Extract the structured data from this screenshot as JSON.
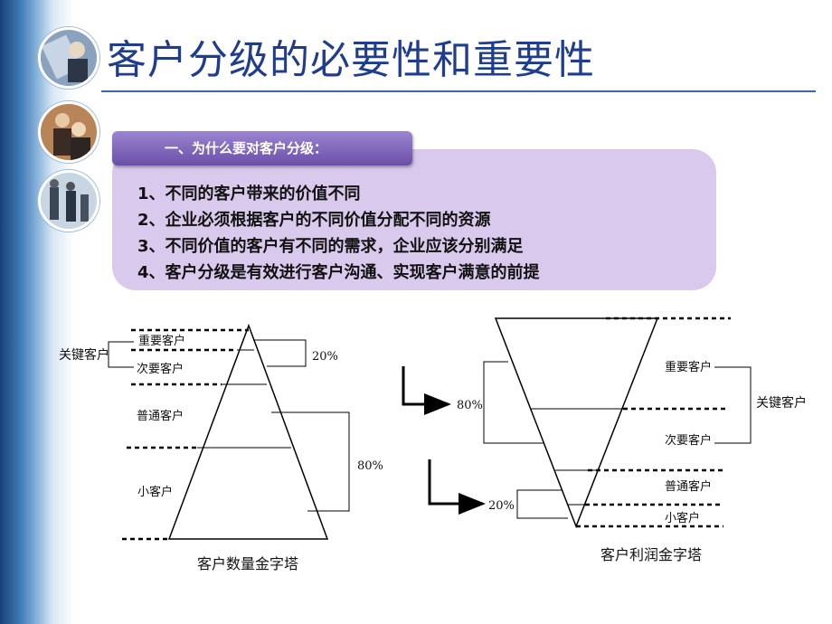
{
  "title": "客户分级的必要性和重要性",
  "section": {
    "heading": "一、为什么要对客户分级：",
    "reasons": [
      "1、不同的客户带来的价值不同",
      "2、企业必须根据客户的不同价值分配不同的资源",
      "3、不同价值的客户有不同的需求，企业应该分别满足",
      "4、客户分级是有效进行客户沟通、实现客户满意的前提"
    ]
  },
  "left_pyramid": {
    "caption": "客户数量金字塔",
    "group_label": "关键客户",
    "tiers": [
      "重要客户",
      "次要客户",
      "普通客户",
      "小客户"
    ],
    "pct_top": "20%",
    "pct_bottom": "80%"
  },
  "right_pyramid": {
    "caption": "客户利润金字塔",
    "group_label": "关键客户",
    "tiers": [
      "重要客户",
      "次要客户",
      "普通客户",
      "小客户"
    ],
    "pct_top": "80%",
    "pct_bottom": "20%"
  },
  "colors": {
    "title": "#1f3d8c",
    "panel": "#d9c9ec",
    "tab": "#7a5fb8"
  },
  "icons": [
    "portrait-photo",
    "business-people-photo",
    "walking-people-photo"
  ]
}
